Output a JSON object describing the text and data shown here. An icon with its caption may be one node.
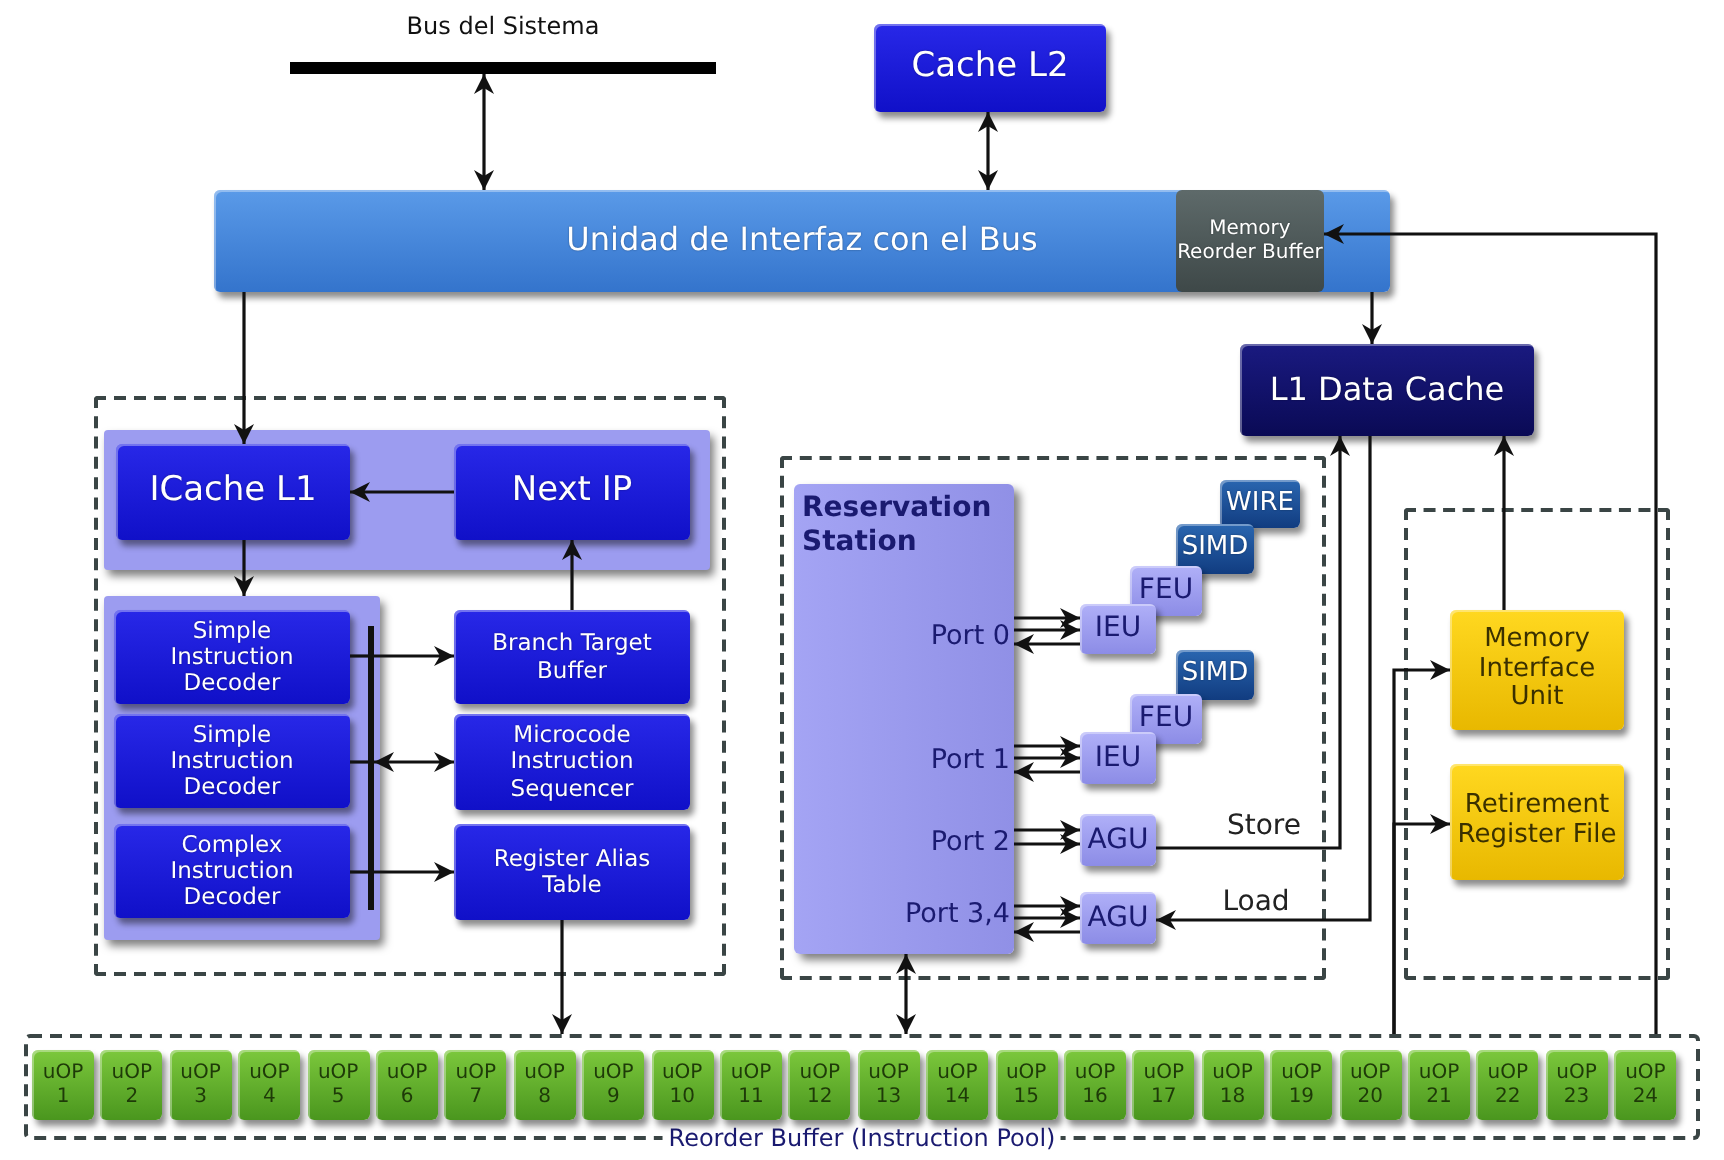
{
  "diagram": {
    "nodes": [
      {
        "text": [
          "Bus del Sistema"
        ]
      },
      {
        "text": [
          "Cache L2"
        ]
      },
      {
        "text": [
          "Unidad de Interfaz con el Bus"
        ]
      },
      {
        "text": [
          "Memory Reorder Buffer"
        ],
        "in": 2
      },
      {
        "text": [
          "L1 Data Cache"
        ]
      },
      {
        "text": [],
        "shape": "box"
      },
      {
        "text": [],
        "shape": "box",
        "in": 5
      },
      {
        "text": [
          "ICache L1"
        ],
        "in": 6
      },
      {
        "text": [
          "Next IP"
        ],
        "in": 6
      },
      {
        "text": [],
        "shape": "box",
        "in": 5
      },
      {
        "text": [
          "Simple Instruction Decoder"
        ],
        "in": 9
      },
      {
        "text": [
          "Simple Instruction Decoder"
        ],
        "in": 9
      },
      {
        "text": [
          "Complex Instruction Decoder"
        ],
        "in": 9
      },
      {
        "text": [
          "Branch Target Buffer"
        ],
        "in": 5
      },
      {
        "text": [
          "Microcode Instruction Sequencer"
        ],
        "in": 5
      },
      {
        "text": [
          "Register Alias Table"
        ],
        "in": 5
      },
      {
        "text": [],
        "shape": "box"
      },
      {
        "text": [
          "Reservation Station",
          "Port 0",
          "Port 1",
          "Port 2",
          "Port 3,4"
        ],
        "in": 16
      },
      {
        "text": [
          "WIRE"
        ],
        "in": 16
      },
      {
        "text": [
          "SIMD"
        ],
        "in": 16
      },
      {
        "text": [
          "FEU"
        ],
        "in": 16
      },
      {
        "text": [
          "IEU"
        ],
        "in": 16
      },
      {
        "text": [
          "SIMD"
        ],
        "in": 16
      },
      {
        "text": [
          "FEU"
        ],
        "in": 16
      },
      {
        "text": [
          "IEU"
        ],
        "in": 16
      },
      {
        "text": [
          "AGU"
        ],
        "in": 16
      },
      {
        "text": [
          "AGU"
        ],
        "in": 16
      },
      {
        "text": [],
        "shape": "box"
      },
      {
        "text": [
          "Memory Interface Unit"
        ],
        "in": 27
      },
      {
        "text": [
          "Retirement Register File"
        ],
        "in": 27
      },
      {
        "text": [
          "Reorder Buffer (Instruction Pool)"
        ]
      },
      {
        "text": [
          "uOP 1"
        ],
        "in": 30
      },
      {
        "text": [
          "uOP 2"
        ],
        "in": 30
      },
      {
        "text": [
          "uOP 3"
        ],
        "in": 30
      },
      {
        "text": [
          "uOP 4"
        ],
        "in": 30
      },
      {
        "text": [
          "uOP 5"
        ],
        "in": 30
      },
      {
        "text": [
          "uOP 6"
        ],
        "in": 30
      },
      {
        "text": [
          "uOP 7"
        ],
        "in": 30
      },
      {
        "text": [
          "uOP 8"
        ],
        "in": 30
      },
      {
        "text": [
          "uOP 9"
        ],
        "in": 30
      },
      {
        "text": [
          "uOP 10"
        ],
        "in": 30
      },
      {
        "text": [
          "uOP 11"
        ],
        "in": 30
      },
      {
        "text": [
          "uOP 12"
        ],
        "in": 30
      },
      {
        "text": [
          "uOP 13"
        ],
        "in": 30
      },
      {
        "text": [
          "uOP 14"
        ],
        "in": 30
      },
      {
        "text": [
          "uOP 15"
        ],
        "in": 30
      },
      {
        "text": [
          "uOP 16"
        ],
        "in": 30
      },
      {
        "text": [
          "uOP 17"
        ],
        "in": 30
      },
      {
        "text": [
          "uOP 18"
        ],
        "in": 30
      },
      {
        "text": [
          "uOP 19"
        ],
        "in": 30
      },
      {
        "text": [
          "uOP 20"
        ],
        "in": 30
      },
      {
        "text": [
          "uOP 21"
        ],
        "in": 30
      },
      {
        "text": [
          "uOP 22"
        ],
        "in": 30
      },
      {
        "text": [
          "uOP 23"
        ],
        "in": 30
      },
      {
        "text": [
          "uOP 24"
        ],
        "in": 30
      },
      {
        "text": [],
        "shape": "bar",
        "in": 9
      }
    ],
    "edges": [
      {
        "from": 0,
        "to": 2,
        "arrow": "both"
      },
      {
        "from": 1,
        "to": 2,
        "arrow": "both"
      },
      {
        "from": 2,
        "to": 7,
        "arrow": "to"
      },
      {
        "from": 8,
        "to": 7,
        "arrow": "to"
      },
      {
        "from": 7,
        "to": 9,
        "arrow": "to"
      },
      {
        "from": 55,
        "to": 13,
        "arrow": "to"
      },
      {
        "from": 55,
        "to": 14,
        "arrow": "both"
      },
      {
        "from": 55,
        "to": 15,
        "arrow": "to"
      },
      {
        "from": 13,
        "to": 8,
        "arrow": "to"
      },
      {
        "from": 15,
        "to": 30,
        "arrow": "to"
      },
      {
        "from": 17,
        "to": 30,
        "arrow": "both"
      },
      {
        "from": 17,
        "to": 21,
        "arrow": "to"
      },
      {
        "from": 17,
        "to": 21,
        "arrow": "to"
      },
      {
        "from": 21,
        "to": 17,
        "arrow": "to"
      },
      {
        "from": 17,
        "to": 24,
        "arrow": "to"
      },
      {
        "from": 17,
        "to": 24,
        "arrow": "to"
      },
      {
        "from": 24,
        "to": 17,
        "arrow": "to"
      },
      {
        "from": 17,
        "to": 25,
        "arrow": "to"
      },
      {
        "from": 17,
        "to": 25,
        "arrow": "to"
      },
      {
        "from": 17,
        "to": 26,
        "arrow": "to"
      },
      {
        "from": 17,
        "to": 26,
        "arrow": "to"
      },
      {
        "from": 26,
        "to": 17,
        "arrow": "to"
      },
      {
        "from": 25,
        "to": 4,
        "arrow": "to",
        "label": "Store"
      },
      {
        "from": 4,
        "to": 26,
        "arrow": "to",
        "label": "Load"
      },
      {
        "from": 28,
        "to": 4,
        "arrow": "to"
      },
      {
        "from": 30,
        "to": 28,
        "arrow": "to"
      },
      {
        "from": 30,
        "to": 29,
        "arrow": "to"
      },
      {
        "from": 30,
        "to": 3,
        "arrow": "to"
      },
      {
        "from": 2,
        "to": 4,
        "arrow": "to"
      },
      {
        "from": 10,
        "to": 55,
        "arrow": "none"
      },
      {
        "from": 11,
        "to": 55,
        "arrow": "none"
      },
      {
        "from": 12,
        "to": 55,
        "arrow": "none"
      }
    ]
  }
}
